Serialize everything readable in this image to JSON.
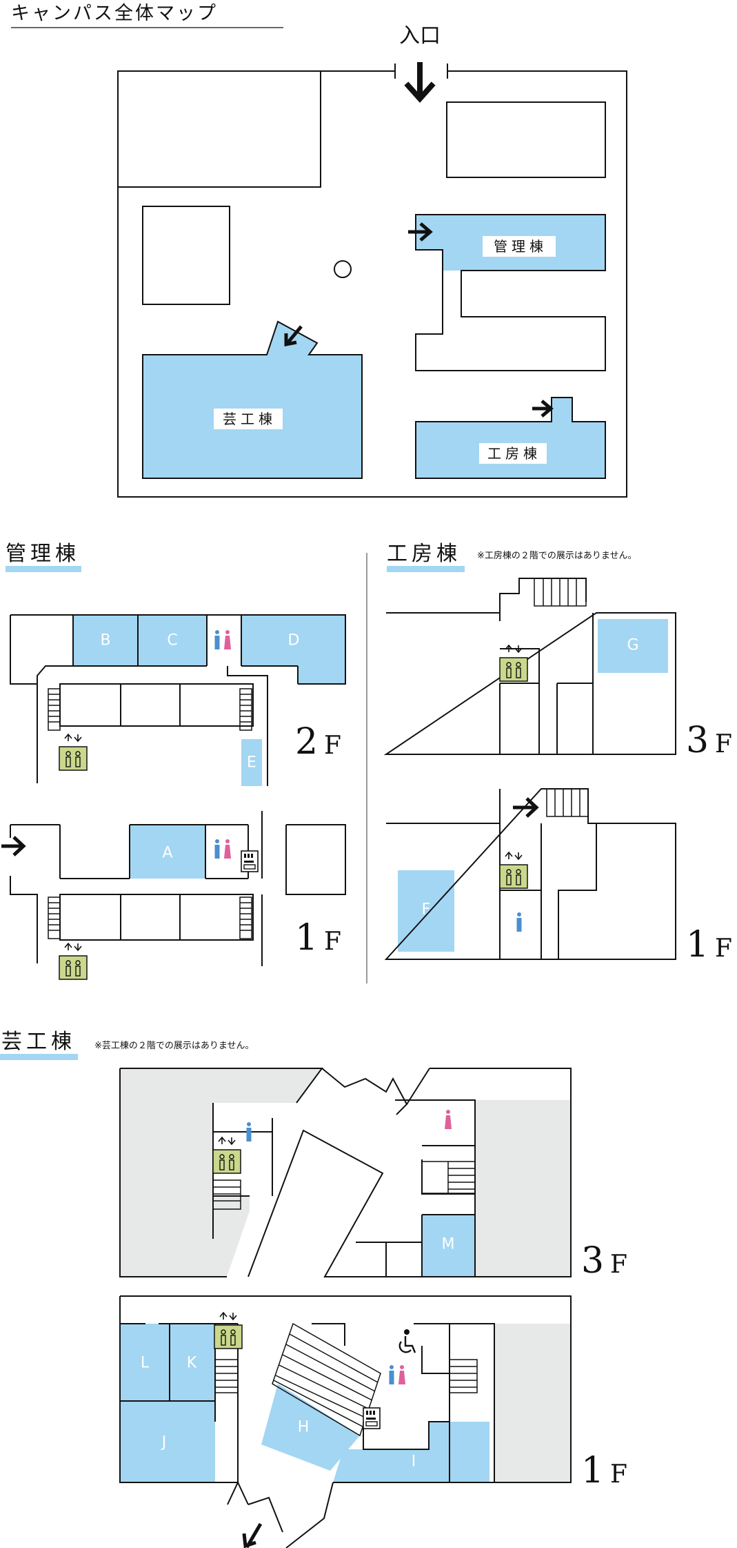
{
  "title": "キャンパス全体マップ",
  "campus": {
    "entrance": "入口",
    "buildings": {
      "kanri": "管理棟",
      "kobo": "工房棟",
      "geiko": "芸工棟"
    }
  },
  "sections": {
    "kanri": {
      "heading": "管理棟",
      "floors": {
        "upper": "2",
        "lower": "1"
      }
    },
    "kobo": {
      "heading": "工房棟",
      "note": "※工房棟の２階での展示はありません。",
      "floors": {
        "upper": "3",
        "lower": "1"
      }
    },
    "geiko": {
      "heading": "芸工棟",
      "note": "※芸工棟の２階での展示はありません。",
      "floors": {
        "upper": "3",
        "lower": "1"
      }
    }
  },
  "floor_suffix": "F",
  "rooms": {
    "A": "A",
    "B": "B",
    "C": "C",
    "D": "D",
    "E": "E",
    "F": "F",
    "G": "G",
    "H": "H",
    "I": "I",
    "J": "J",
    "K": "K",
    "L": "L",
    "M": "M"
  },
  "icons": {
    "toilet": "restroom-icon",
    "elevator": "elevator-icon",
    "arrow": "arrow-icon",
    "stairs": "stairs-icon",
    "vending": "vending-machine-icon",
    "accessible": "accessible-restroom-icon"
  },
  "colors": {
    "exhibit": "#a3d6f2",
    "elevator": "#c9d88b",
    "restricted": "#e7e8e8",
    "male": "#4a8fd0",
    "female": "#e0609a"
  }
}
